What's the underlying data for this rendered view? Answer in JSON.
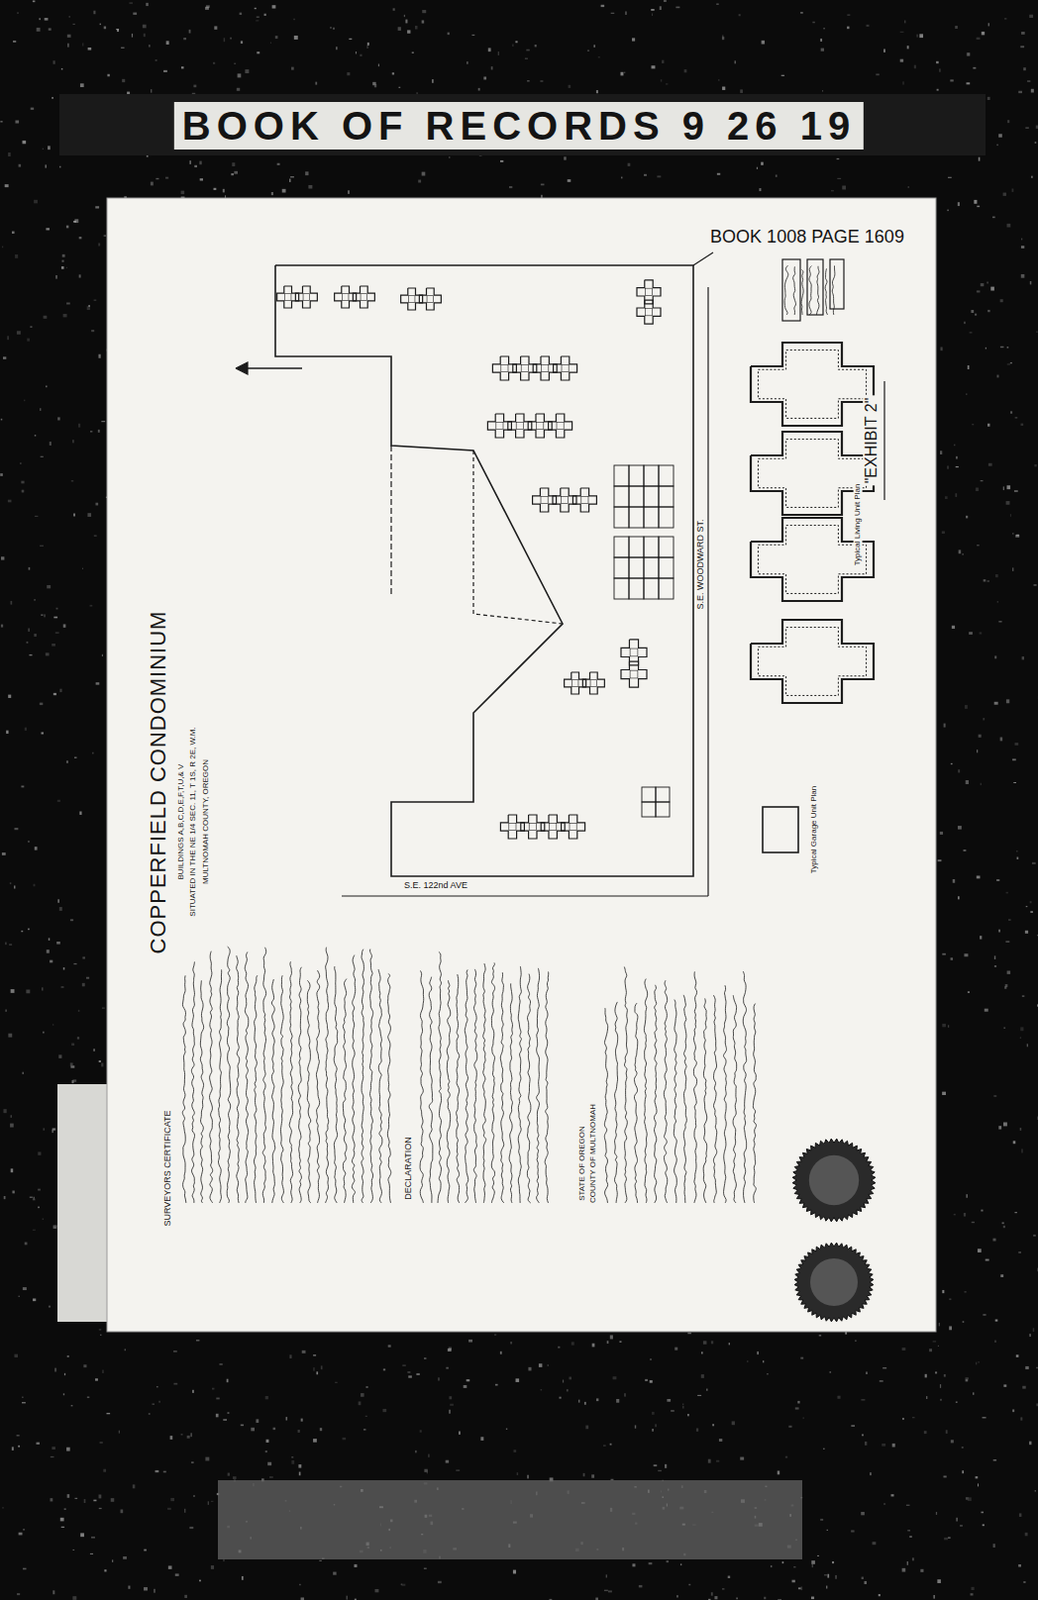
{
  "diagram": {
    "title": "COPPERFIELD CONDOMINIUM",
    "labels": [
      "BOOK OF RECORDS 9 26 19",
      "BOOK 1008 PAGE 1609",
      "BUILDINGS A,B,C,D,E,F,T,U,& V",
      "SITUATED IN THE NE 1/4 SEC. 11, T 1S, R 2E, W.M.",
      "MULTNOMAH COUNTY, OREGON",
      "SURVEYORS CERTIFICATE",
      "DECLARATION",
      "STATE OF OREGON",
      "COUNTY OF MULTNOMAH",
      "S.E. 122nd AVE",
      "S.E. WOODWARD ST.",
      "Typical Living Unit Plan",
      "Typical Garage Unit Plan",
      "\"EXHIBIT 2\""
    ]
  }
}
